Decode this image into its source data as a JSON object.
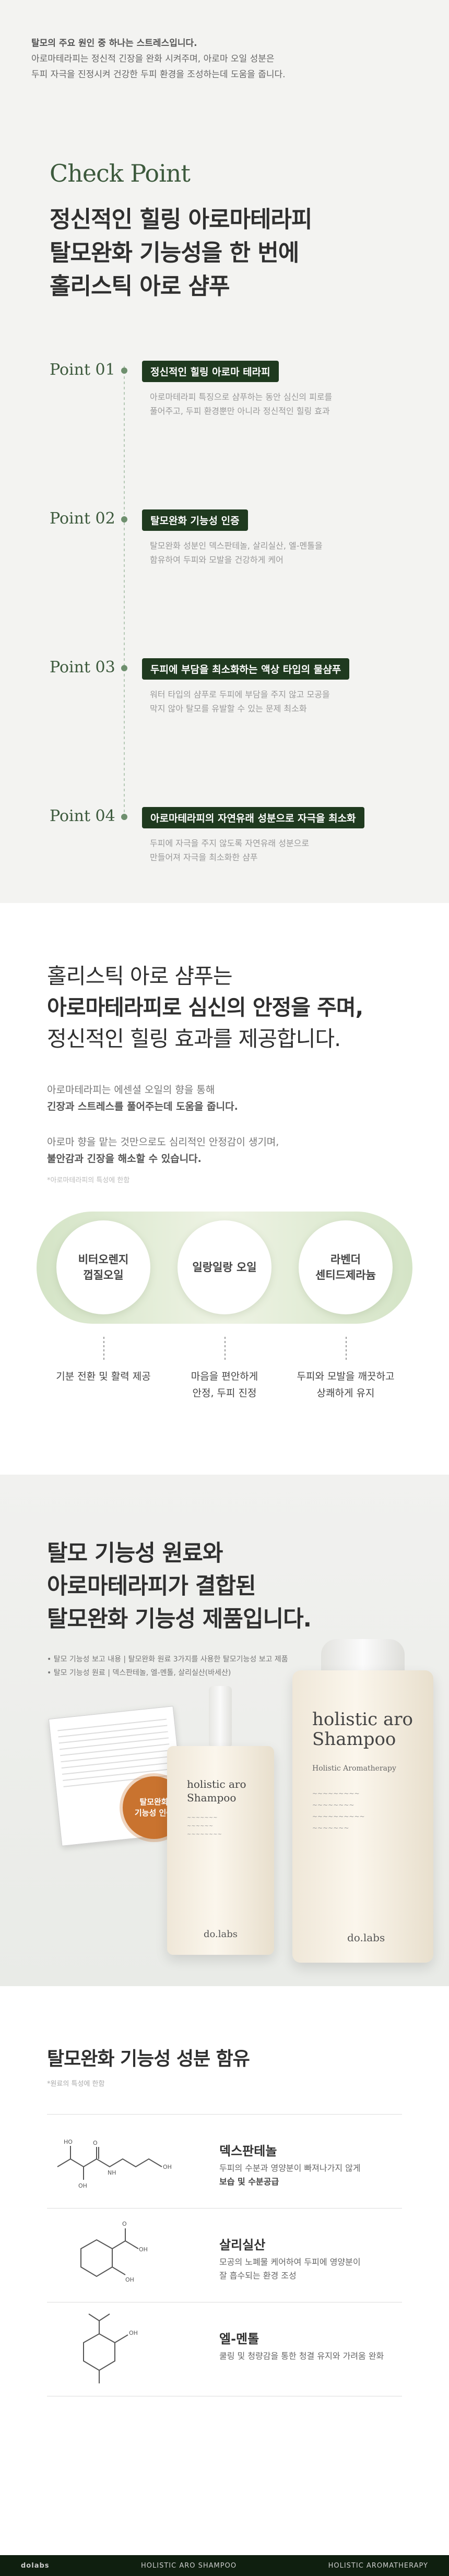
{
  "intro": {
    "line1": "탈모의 주요 원인 중 하나는 스트레스입니다.",
    "line2": "아로마테라피는 정신적 긴장을 완화 시켜주며, 아로마 오일 성분은",
    "line3": "두피 자극을 진정시켜 건강한 두피 환경을 조성하는데 도움을 줍니다."
  },
  "checkpoint": {
    "title": "Check Point",
    "head1": "정신적인 힐링 아로마테라피",
    "head2": "탈모완화 기능성을 한 번에",
    "head3": "홀리스틱 아로 샴푸",
    "points": [
      {
        "label": "Point 01",
        "badge": "정신적인 힐링 아로마 테라피",
        "t1": "아로마테라피 특징으로 샴푸하는 동안 심신의 피로를",
        "t2": "풀어주고, 두피 환경뿐만 아니라 정신적인 힐링 효과"
      },
      {
        "label": "Point 02",
        "badge": "탈모완화 기능성 인증",
        "t1": "탈모완화 성분인 덱스판테놀, 살리실산, 엘-멘톨을",
        "t2": "함유하여 두피와 모발을 건강하게 케어"
      },
      {
        "label": "Point 03",
        "badge": "두피에 부담을 최소화하는 액상 타입의 물샴푸",
        "t1": "워터 타입의 샴푸로 두피에 부담을 주지 않고 모공을",
        "t2": "막지 않아 탈모를 유발할 수 있는 문제 최소화"
      },
      {
        "label": "Point 04",
        "badge": "아로마테라피의 자연유래 성분으로 자극을 최소화",
        "t1": "두피에 자극을 주지 않도록 자연유래 성분으로",
        "t2": "만들어져 자극을 최소화한 샴푸"
      }
    ]
  },
  "aroma": {
    "head1": "홀리스틱 아로 샴푸는",
    "head2": "아로마테라피로 심신의 안정을 주며,",
    "head3": "정신적인 힐링 효과를 제공합니다.",
    "p1a": "아로마테라피는 에센셜 오일의 향을 통해",
    "p1b": "긴장과 스트레스를 풀어주는데 도움을 줍니다.",
    "p2a": "아로마 향을 맡는 것만으로도 심리적인 안정감이 생기며,",
    "p2b": "불안감과 긴장을 해소할 수 있습니다.",
    "note": "*아로마테라피의 특성에 한함",
    "oils": [
      "비터오렌지\n껍질오일",
      "일랑일랑 오일",
      "라벤더\n센티드제라늄"
    ],
    "caps": [
      "기분 전환 및 활력 제공",
      "마음을 편안하게\n안정, 두피 진정",
      "두피와 모발을 깨끗하고\n상쾌하게 유지"
    ]
  },
  "product": {
    "head1": "탈모 기능성 원료와",
    "head2": "아로마테라피가 결합된",
    "head3": "탈모완화 기능성 제품입니다.",
    "note1": "• 탈모 기능성 보고 내용 | 탈모완화 원료 3가지를 사용한 탈모기능성 보고 제품",
    "note2": "• 탈모 기능성 원료 | 덱스판테놀, 엘-멘톨, 살리실산(바세산)",
    "seal": "탈모완화\n기능성 인증",
    "bottle_small_title": "holistic aro\nShampoo",
    "bottle_large_title": "holistic aro\nShampoo",
    "bottle_large_sub": "Holistic Aromatherapy",
    "brand": "do.labs"
  },
  "ingredients": {
    "head": "탈모완화 기능성 성분 함유",
    "note": "*원료의 특성에 한함",
    "items": [
      {
        "name": "덱스판테놀",
        "d1": "두피의 수분과 영양분이 빠져나가지 않게",
        "d2": "보습 및 수분공급"
      },
      {
        "name": "살리실산",
        "d1": "모공의 노폐물 케어하여 두피에 영양분이",
        "d2": "잘 흡수되는 환경 조성"
      },
      {
        "name": "엘-멘톨",
        "d1": "쿨링 및 청량감을 통한 청결 유지와 가려움 완화",
        "d2": ""
      }
    ]
  },
  "footer": {
    "left": "dolabs",
    "center": "HOLISTIC ARO SHAMPOO",
    "right": "HOLISTIC AROMATHERAPY"
  }
}
